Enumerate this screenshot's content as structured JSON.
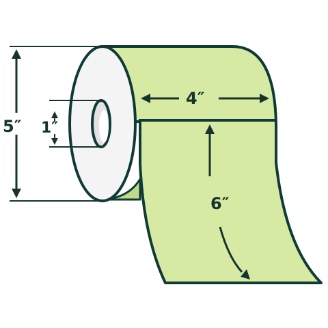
{
  "labels": {
    "height": "5″",
    "core": "1″",
    "width": "4″",
    "length": "6″"
  },
  "colors": {
    "outline": "#0f3a35",
    "label_fill": "#d6eaa4",
    "label_shadow": "#c2d98c",
    "roll_face": "#f4f4f4",
    "roll_face_shade": "#dedede",
    "core_hole": "#e2e2e2",
    "dimension_line": "#16332e"
  }
}
